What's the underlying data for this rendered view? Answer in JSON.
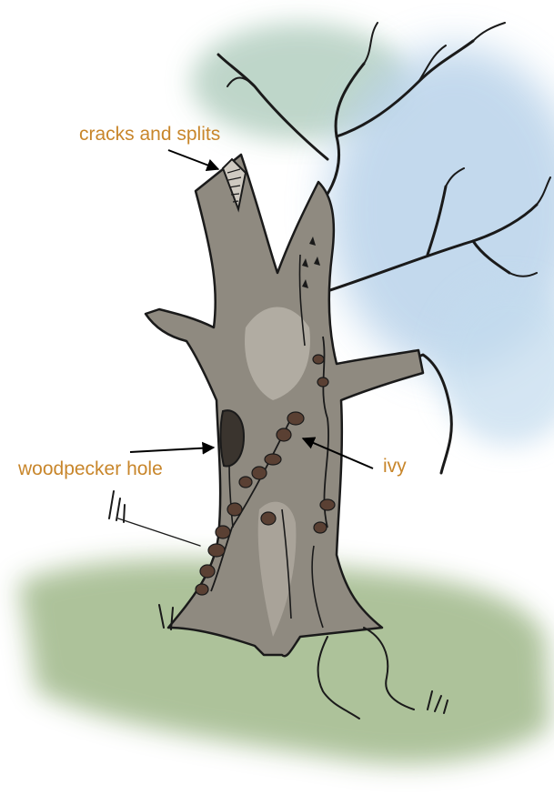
{
  "labels": {
    "cracks": "cracks and splits",
    "woodpecker": "woodpecker hole",
    "ivy": "ivy"
  },
  "colors": {
    "label": "#c8862b",
    "arrow": "#000000",
    "trunk": "#8f8a80",
    "trunk_light": "#b9b4aa",
    "ivy": "#5a4033",
    "ground": "#a9bf95",
    "sky_green": "#b8d2c4",
    "sky_blue": "#b9d3ea",
    "ink": "#1a1a1a"
  }
}
